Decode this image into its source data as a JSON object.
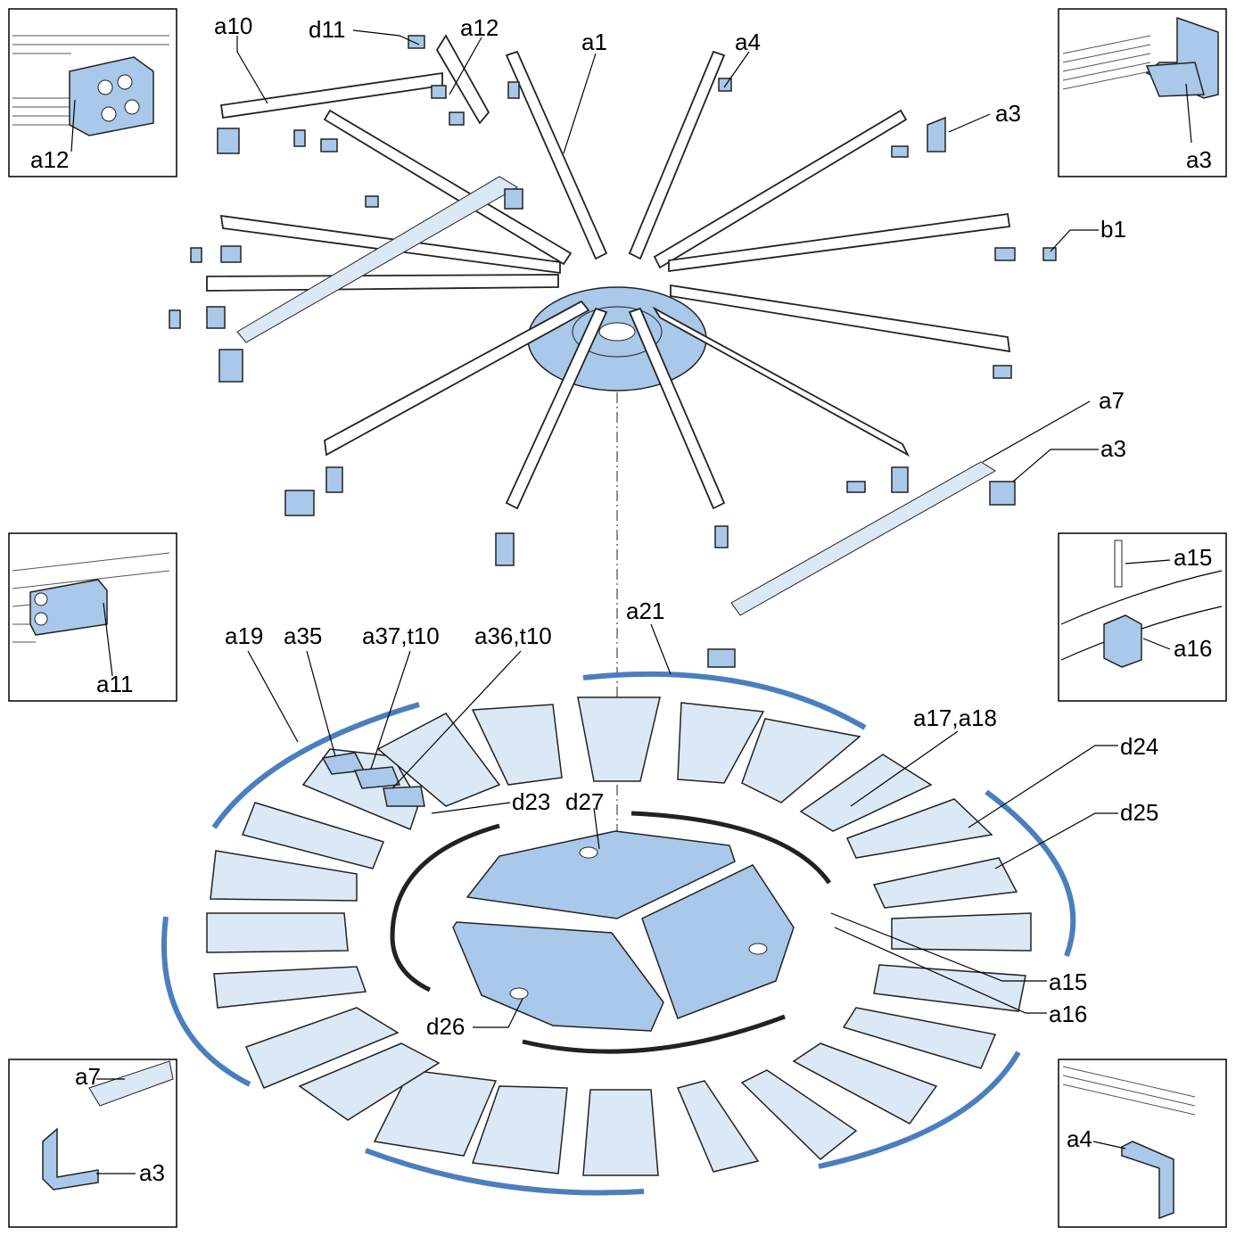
{
  "labels": {
    "a10": "a10",
    "d11": "d11",
    "a12_top": "a12",
    "a1": "a1",
    "a4_top": "a4",
    "a3_top": "a3",
    "b1": "b1",
    "a7_mid": "a7",
    "a3_mid": "a3",
    "a15_inset": "a15",
    "a16_inset": "a16",
    "a21": "a21",
    "a19": "a19",
    "a35": "a35",
    "a37_t10": "a37,t10",
    "a36_t10": "a36,t10",
    "a17_a18": "a17,a18",
    "d24": "d24",
    "d25": "d25",
    "d23": "d23",
    "d27": "d27",
    "a15": "a15",
    "a16": "a16",
    "d26": "d26",
    "a11": "a11",
    "a12_inset": "a12",
    "a3_inset_top": "a3",
    "a7_inset": "a7",
    "a3_inset_bottom": "a3",
    "a4_inset": "a4"
  },
  "colors": {
    "part_blue": "#a9c8ea",
    "panel_light": "#dbe8f6",
    "outline": "#222222"
  }
}
